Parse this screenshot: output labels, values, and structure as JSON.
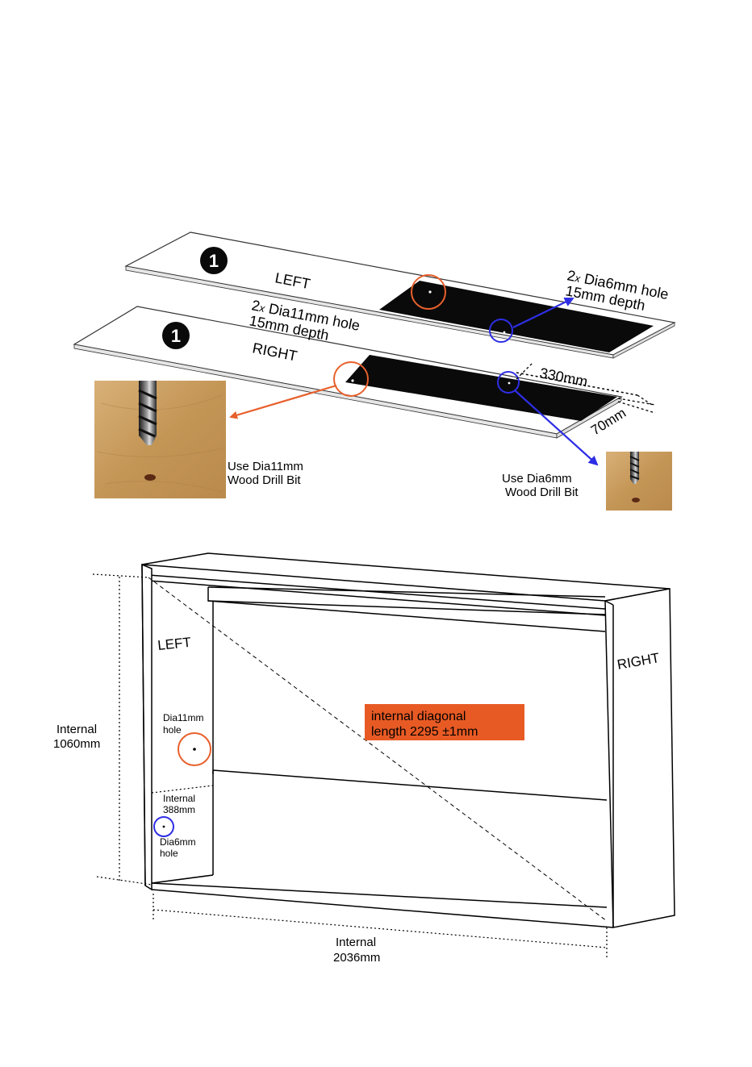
{
  "step_badges": {
    "left_panel": "1",
    "right_panel": "1"
  },
  "panels": {
    "left_label": "LEFT",
    "right_label": "RIGHT"
  },
  "callouts": {
    "small_hole": {
      "line1": "2",
      "mult": "x",
      "line1_rest": " Dia6mm hole",
      "line2": "15mm depth"
    },
    "big_hole": {
      "line1": "2",
      "mult": "x",
      "line1_rest": " Dia11mm hole",
      "line2": "15mm depth"
    },
    "dim_330": "330mm",
    "dim_70": "70mm"
  },
  "drill_notes": {
    "big": {
      "line1": "Use Dia11mm",
      "line2": "Wood Drill Bit"
    },
    "small": {
      "line1": "Use Dia6mm",
      "line2": "Wood Drill Bit"
    }
  },
  "frame": {
    "left_label": "LEFT",
    "right_label": "RIGHT",
    "height_label": {
      "line1": "Internal",
      "line2": "1060mm"
    },
    "width_label": {
      "line1": "Internal",
      "line2": "2036mm"
    },
    "diagonal_label": {
      "line1": "internal diagonal",
      "line2": "length 2295 ±1mm"
    },
    "big_hole_label": {
      "line1": "Dia11mm",
      "line2": "hole"
    },
    "internal_388": {
      "line1": "Internal",
      "line2": "388mm"
    },
    "small_hole_label": {
      "line1": "Dia6mm",
      "line2": "hole"
    }
  },
  "colors": {
    "orange": "#e8602c",
    "blue": "#2e2ee6",
    "diagonal_box": "#e85a24",
    "panel_black": "#0a0a0a",
    "wood": "#c89a5c"
  },
  "icons": [
    "drill-bit-photo-icon",
    "drill-bit-small-photo-icon"
  ]
}
